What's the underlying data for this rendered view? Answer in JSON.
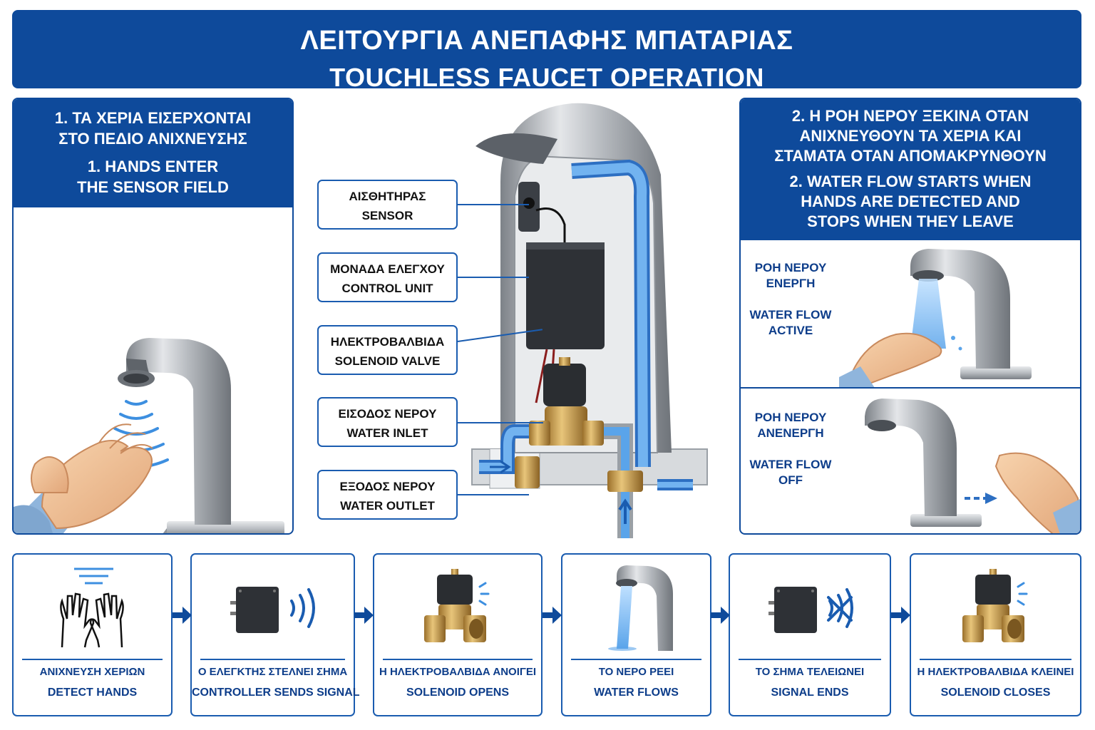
{
  "title": {
    "greek": "ΛΕΙΤΟΥΡΓΙΑ ΑΝΕΠΑΦΗΣ ΜΠΑΤΑΡΙΑΣ",
    "english": "TOUCHLESS FAUCET OPERATION"
  },
  "left_panel": {
    "greek_line1": "1. ΤΑ ΧΕΡΙΑ ΕΙΣΕΡΧΟΝΤΑΙ",
    "greek_line2": "ΣΤΟ ΠΕΔΙΟ ΑΝΙΧΝΕΥΣΗΣ",
    "english_line1": "1. HANDS ENTER",
    "english_line2": "THE SENSOR FIELD"
  },
  "right_panel": {
    "greek_line1": "2. Η ΡΟΗ ΝΕΡΟΥ ΞΕΚΙΝΑ ΟΤΑΝ",
    "greek_line2": "ΑΝΙΧΝΕΥΘΟΥΝ ΤΑ ΧΕΡΙΑ ΚΑΙ",
    "greek_line3": "ΣΤΑΜΑΤΑ ΟΤΑΝ ΑΠΟΜΑΚΡΥΝΘΟΥΝ",
    "english_line1": "2. WATER FLOW STARTS WHEN",
    "english_line2": "HANDS ARE DETECTED AND",
    "english_line3": "STOPS WHEN THEY LEAVE",
    "active": {
      "greek_line1": "ΡΟΗ ΝΕΡΟΥ",
      "greek_line2": "ΕΝΕΡΓΗ",
      "english_line1": "WATER FLOW",
      "english_line2": "ACTIVE"
    },
    "off": {
      "greek_line1": "ΡΟΗ ΝΕΡΟΥ",
      "greek_line2": "ΑΝΕΝΕΡΓΗ",
      "english_line1": "WATER FLOW",
      "english_line2": "OFF"
    }
  },
  "components": [
    {
      "greek": "ΑΙΣΘΗΤΗΡΑΣ",
      "english": "SENSOR"
    },
    {
      "greek": "ΜΟΝΑΔΑ ΕΛΕΓΧΟΥ",
      "english": "CONTROL UNIT"
    },
    {
      "greek": "ΗΛΕΚΤΡΟΒΑΛΒΙΔΑ",
      "english": "SOLENOID VALVE"
    },
    {
      "greek": "ΕΙΣΟΔΟΣ ΝΕΡΟΥ",
      "english": "WATER INLET"
    },
    {
      "greek": "ΕΞΟΔΟΣ ΝΕΡΟΥ",
      "english": "WATER OUTLET"
    }
  ],
  "steps": [
    {
      "greek": "ΑΝΙΧΝΕΥΣΗ ΧΕΡΙΩΝ",
      "english": "DETECT HANDS",
      "icon": "hands-sensor-icon"
    },
    {
      "greek": "Ο ΕΛΕΓΚΤΗΣ ΣΤΕΛΝΕΙ ΣΗΜΑ",
      "english": "CONTROLLER SENDS SIGNAL",
      "icon": "controller-signal-icon"
    },
    {
      "greek": "Η ΗΛΕΚΤΡΟΒΑΛΒΙΔΑ ΑΝΟΙΓΕΙ",
      "english": "SOLENOID OPENS",
      "icon": "solenoid-open-icon"
    },
    {
      "greek": "ΤΟ ΝΕΡΟ ΡΕΕΙ",
      "english": "WATER FLOWS",
      "icon": "faucet-water-icon"
    },
    {
      "greek": "ΤΟ ΣΗΜΑ ΤΕΛΕΙΩΝΕΙ",
      "english": "SIGNAL ENDS",
      "icon": "controller-signal-off-icon"
    },
    {
      "greek": "Η ΗΛΕΚΤΡΟΒΑΛΒΙΔΑ ΚΛΕΙΝΕΙ",
      "english": "SOLENOID CLOSES",
      "icon": "solenoid-closed-icon"
    }
  ],
  "colors": {
    "brand_blue": "#0e4a9b",
    "water_blue": "#4a90d9",
    "chrome": "#a9adb3",
    "brass": "#c49a4a",
    "skin": "#f2c49b"
  }
}
